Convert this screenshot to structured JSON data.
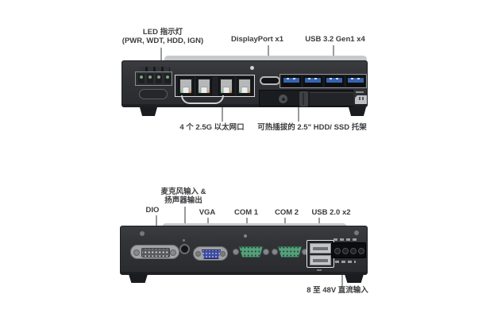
{
  "rear": {
    "labels": {
      "led_line1": "LED 指示灯",
      "led_line2": "(PWR, WDT, HDD, IGN)",
      "displayport": "DisplayPort x1",
      "usb3": "USB 3.2 Gen1 x4",
      "ethernet": "4 个 2.5G 以太网口",
      "hdd_tray": "可热插拔的 2.5\" HDD/ SSD 托架"
    },
    "components": [
      "led-indicators-x4",
      "ethernet-rj45-x4",
      "displayport",
      "usb3-ports-x4",
      "hot-swap-hdd-tray",
      "sd-slot"
    ]
  },
  "front": {
    "labels": {
      "dio": "DIO",
      "audio_line1": "麦克风输入 &",
      "audio_line2": "扬声器输出",
      "vga": "VGA",
      "com1": "COM 1",
      "com2": "COM 2",
      "usb2": "USB 2.0 x2",
      "dc_input": "8 至 48V 直流输入"
    },
    "components": [
      "dio-dsub",
      "audio-jack",
      "vga-db15",
      "com1-db9",
      "com2-db9",
      "usb2-ports-x2",
      "dc-terminal-block"
    ]
  },
  "colors": {
    "background": "#ffffff",
    "chassis": "#313235",
    "top_band": "#c8c9ca",
    "label_text": "#3b3c3e",
    "leader_line": "#9a9b9d",
    "usb3_blue": "#3565ae",
    "vga_blue": "#3b49a1",
    "com_green": "#55a07c",
    "eth_led_green": "#7cc47e",
    "eth_led_amber": "#d89a4a",
    "led_indicator_green": "#7da37f"
  }
}
